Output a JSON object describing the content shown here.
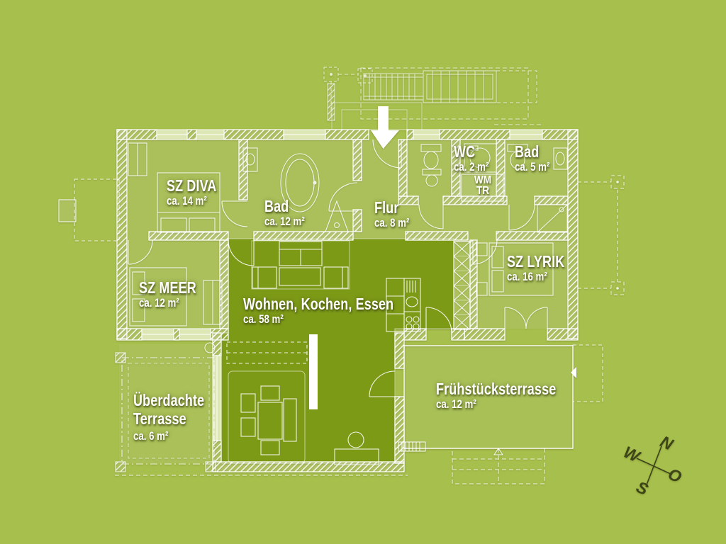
{
  "colors": {
    "background": "#a7bf4c",
    "room_fill_overlay": "#b1c760",
    "living_accent_dark": "#7d9a17",
    "plan_line": "#ffffff",
    "compass_ink": "#3c4418"
  },
  "icons": {
    "entrance": "down-arrow"
  },
  "rooms": [
    {
      "id": "sz-diva",
      "name": "SZ DIVA",
      "area": "ca. 14 m²"
    },
    {
      "id": "bad-gross",
      "name": "Bad",
      "area": "ca. 12 m²"
    },
    {
      "id": "flur",
      "name": "Flur",
      "area": "ca. 8 m²"
    },
    {
      "id": "wc",
      "name": "WC",
      "area": "ca. 2 m²"
    },
    {
      "id": "wm-tr",
      "line1": "WM",
      "line2": "TR"
    },
    {
      "id": "bad-klein",
      "name": "Bad",
      "area": "ca. 5 m²"
    },
    {
      "id": "sz-lyrik",
      "name": "SZ LYRIK",
      "area": "ca. 16 m²"
    },
    {
      "id": "sz-meer",
      "name": "SZ MEER",
      "area": "ca. 12 m²"
    },
    {
      "id": "wohnen-kochen-essen",
      "name": "Wohnen, Kochen, Essen",
      "area": "ca. 58 m²"
    },
    {
      "id": "ueberdachte-terrasse",
      "name": "Überdachte Terrasse",
      "area": "ca. 6 m²"
    },
    {
      "id": "fruehstuecksterrasse",
      "name": "Frühstücksterrasse",
      "area": "ca. 12 m²"
    }
  ],
  "compass": {
    "north": "N",
    "east": "O",
    "south": "S",
    "west": "W"
  }
}
